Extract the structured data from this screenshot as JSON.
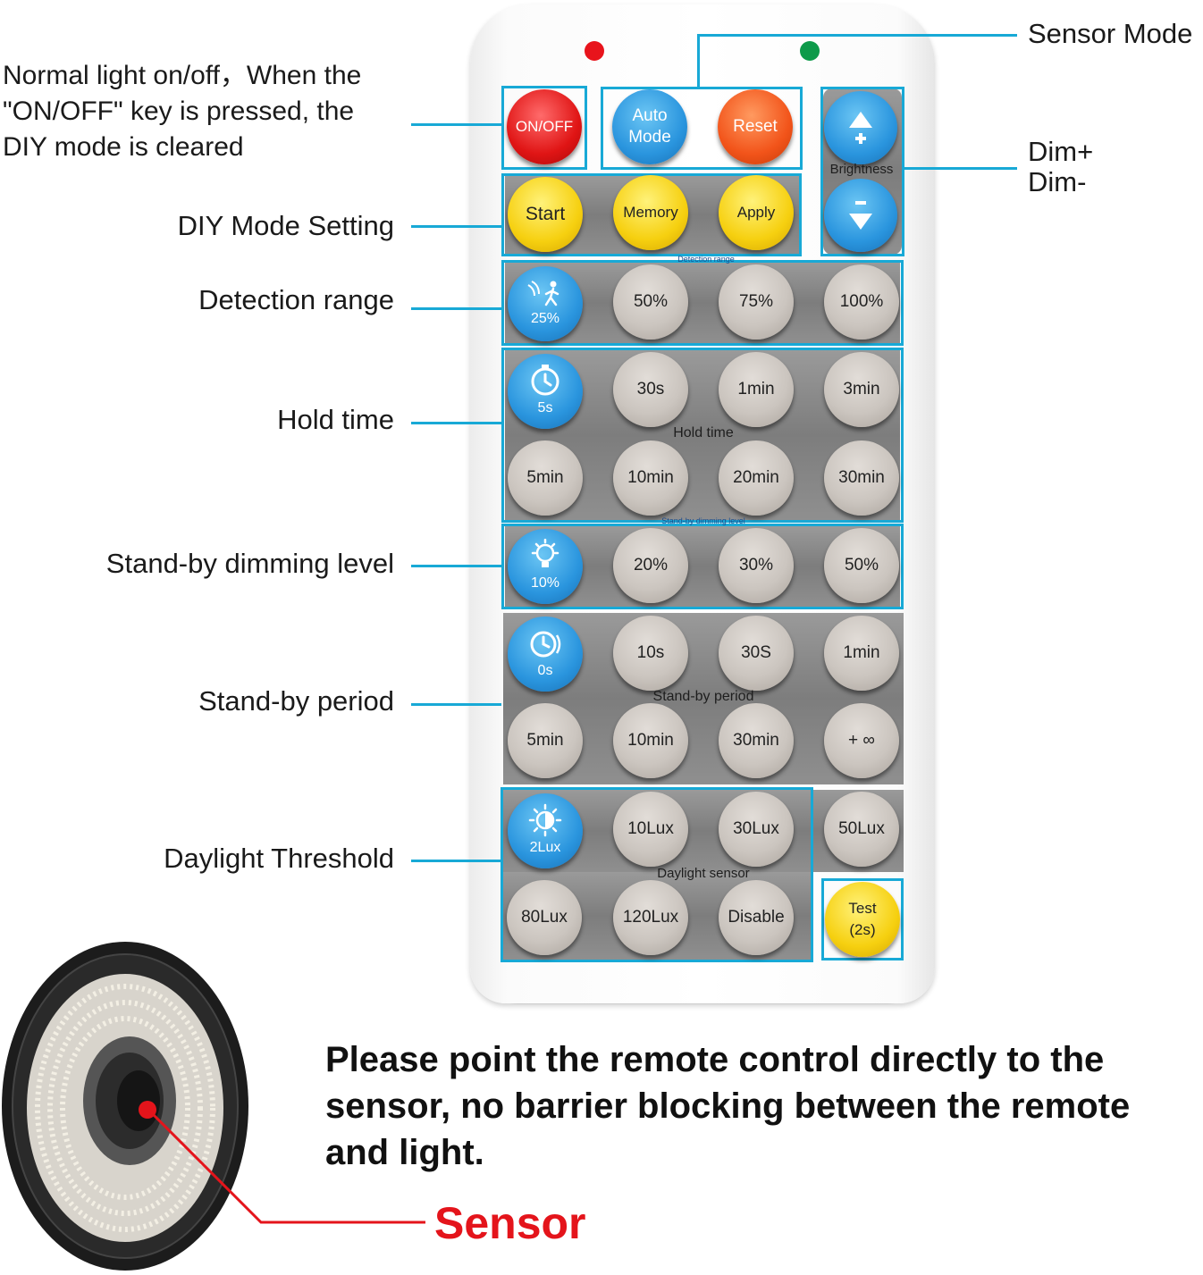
{
  "callouts": {
    "sensor_mode": "Sensor Mode",
    "normal_light": [
      "Normal light on/off，When the",
      "\"ON/OFF\" key is pressed, the",
      "DIY mode is cleared"
    ],
    "dim_plus": "Dim+",
    "dim_minus": "Dim-",
    "diy_mode": "DIY Mode Setting",
    "detection_range": "Detection range",
    "hold_time": "Hold time",
    "standby_dimming": "Stand-by dimming level",
    "standby_period": "Stand-by period",
    "daylight_threshold": "Daylight Threshold"
  },
  "remote": {
    "top_buttons": {
      "onoff": "ON/OFF",
      "auto": [
        "Auto",
        "Mode"
      ],
      "reset": "Reset"
    },
    "brightness_label": "Brightness",
    "diy_buttons": [
      "Start",
      "Memory",
      "Apply"
    ],
    "detection": {
      "tiny_label": "Detection range",
      "icon_value": "25%",
      "buttons": [
        "50%",
        "75%",
        "100%"
      ]
    },
    "hold": {
      "panel_label": "Hold time",
      "icon_value": "5s",
      "row1": [
        "30s",
        "1min",
        "3min"
      ],
      "row2": [
        "5min",
        "10min",
        "20min",
        "30min"
      ]
    },
    "dimming": {
      "tiny_label": "Stand-by dimming level",
      "icon_value": "10%",
      "buttons": [
        "20%",
        "30%",
        "50%"
      ]
    },
    "standby": {
      "panel_label": "Stand-by period",
      "icon_value": "0s",
      "row1": [
        "10s",
        "30S",
        "1min"
      ],
      "row2": [
        "5min",
        "10min",
        "30min",
        "+ ∞"
      ]
    },
    "daylight": {
      "panel_label": "Daylight sensor",
      "icon_value": "2Lux",
      "row1": [
        "10Lux",
        "30Lux",
        "50Lux"
      ],
      "row2": [
        "80Lux",
        "120Lux",
        "Disable"
      ],
      "test": [
        "Test",
        "(2s)"
      ]
    }
  },
  "instruction": "Please point the remote control directly to the sensor, no barrier blocking between the remote and light.",
  "sensor_label": "Sensor",
  "colors": {
    "callout_line": "#18a9d6",
    "sensor_red": "#e4141b",
    "led_red": "#e8141c",
    "led_green": "#0e9a4a"
  }
}
